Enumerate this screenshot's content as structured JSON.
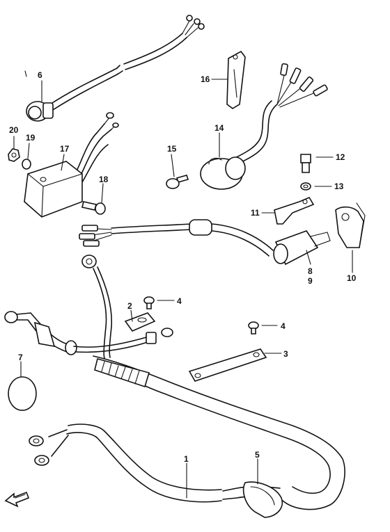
{
  "diagram": {
    "labels": {
      "p1": "1",
      "p2": "2",
      "p3": "3",
      "p4a": "4",
      "p4b": "4",
      "p5": "5",
      "p6": "6",
      "p7": "7",
      "p8": "8",
      "p9": "9",
      "p10": "10",
      "p11": "11",
      "p12": "12",
      "p13": "13",
      "p14": "14",
      "p15": "15",
      "p16": "16",
      "p17": "17",
      "p18": "18",
      "p19": "19",
      "p20": "20"
    },
    "icons": {
      "front_arrow": "front-direction-arrow-icon"
    }
  }
}
